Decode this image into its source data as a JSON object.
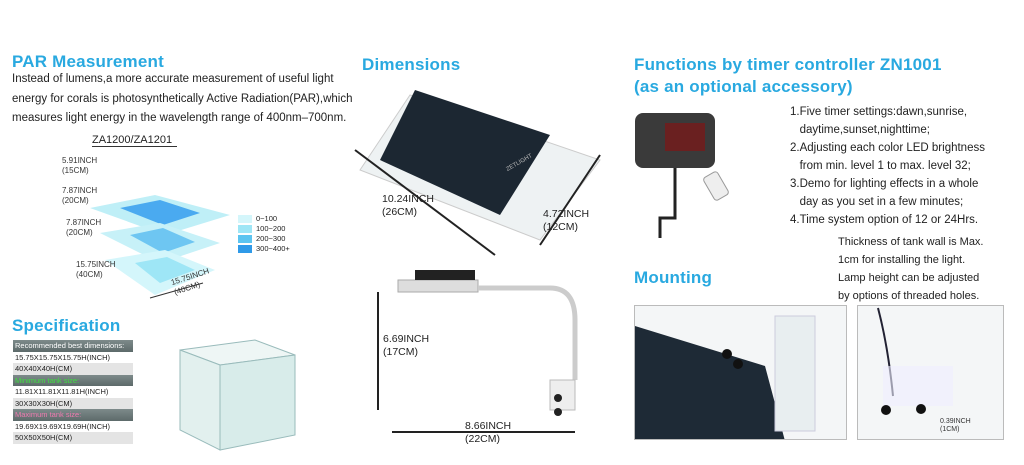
{
  "par": {
    "title": "PAR Measurement",
    "lines": [
      "Instead of lumens,a more accurate measurement of useful light",
      "energy for corals is photosynthetically Active Radiation(PAR),which",
      "measures light energy in the wavelength range of 400nm–700nm."
    ],
    "model": "ZA1200/ZA1201",
    "dims": [
      "5.91INCH",
      "(15CM)",
      "7.87INCH",
      "(20CM)",
      "7.87INCH",
      "(20CM)",
      "15.75INCH",
      "(40CM)",
      "15.75INCH",
      "(40CM)"
    ],
    "legend": [
      {
        "label": "0~100",
        "color": "#d4f6fb"
      },
      {
        "label": "100~200",
        "color": "#9ee6f6"
      },
      {
        "label": "200~300",
        "color": "#5cc4f0"
      },
      {
        "label": "300~400+",
        "color": "#2f9ae8"
      }
    ]
  },
  "spec": {
    "title": "Specification",
    "rows": [
      {
        "text": "Recommended best dimensions:",
        "type": "hdr",
        "color": "#ffffff"
      },
      {
        "text": "15.75X15.75X15.75H(INCH)",
        "type": "row"
      },
      {
        "text": "40X40X40H(CM)",
        "type": "alt"
      },
      {
        "text": "Minimum tank size:",
        "type": "hdr",
        "color": "#3fe03f"
      },
      {
        "text": "11.81X11.81X11.81H(INCH)",
        "type": "row"
      },
      {
        "text": "30X30X30H(CM)",
        "type": "alt"
      },
      {
        "text": "Maximum tank size:",
        "type": "hdr",
        "color": "#f07ab0"
      },
      {
        "text": "19.69X19.69X19.69H(INCH)",
        "type": "row"
      },
      {
        "text": "50X50X50H(CM)",
        "type": "alt"
      }
    ]
  },
  "dimensions": {
    "title": "Dimensions",
    "brand": "ZETLIGHT",
    "width": [
      "10.24INCH",
      "(26CM)"
    ],
    "depth": [
      "4.72INCH",
      "(12CM)"
    ],
    "height": [
      "6.69INCH",
      "(17CM)"
    ],
    "length": [
      "8.66INCH",
      "(22CM)"
    ]
  },
  "functions": {
    "title1": "Functions by timer controller ZN1001",
    "title2": "(as an optional accessory)",
    "items": [
      "1.Five timer settings:dawn,sunrise,",
      "   daytime,sunset,nighttime;",
      "2.Adjusting each color LED brightness",
      "   from min. level 1 to max. level 32;",
      "3.Demo for lighting effects in a whole",
      "   day as you set in a few minutes;",
      "4.Time system option of 12 or 24Hrs."
    ]
  },
  "mounting": {
    "title": "Mounting",
    "lines": [
      "Thickness of tank wall is Max.",
      "1cm for installing the light.",
      "Lamp height can be adjusted",
      "by options of threaded holes."
    ],
    "wall": [
      "0.39INCH",
      "(1CM)"
    ]
  }
}
